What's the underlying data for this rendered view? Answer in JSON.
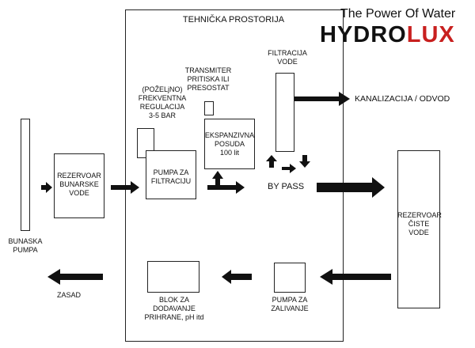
{
  "brand": {
    "tagline": "The Power Of Water",
    "logo_main": "HYDRO",
    "logo_accent": "LUX",
    "accent_color": "#c8201f"
  },
  "room_title": "TEHNIČKA PROSTORIJA",
  "labels": {
    "bunaska_pumpa": "BUNASKA\nPUMPA",
    "rezervoar_bunarske": "REZERVOAR\nBUNARSKE\nVODE",
    "frekventna": "(POŽELjNO)\nFREKVENTNA\nREGULACIJA\n3-5 BAR",
    "pumpa_filtracija": "PUMPA  ZA\nFILTRACIJU",
    "transmiter": "TRANSMITER\nPRITISKA ILI\nPRESOSTAT",
    "ekspanzivna": "EKSPANZIVNA\nPOSUDA\n100 lit",
    "filtracija_vode": "FILTRACIJA\nVODE",
    "kanalizacija": "KANALIZACIJA / ODVOD",
    "by_pass": "BY PASS",
    "rezervoar_ciste": "REZERVOAR\nČISTE\nVODE",
    "pumpa_zalivanje": "PUMPA ZA\nZALIVANJE",
    "blok_prihrane": "BLOK ZA\nDODAVANJE\nPRIHRANE, pH itd",
    "zasad": "ZASAD"
  }
}
